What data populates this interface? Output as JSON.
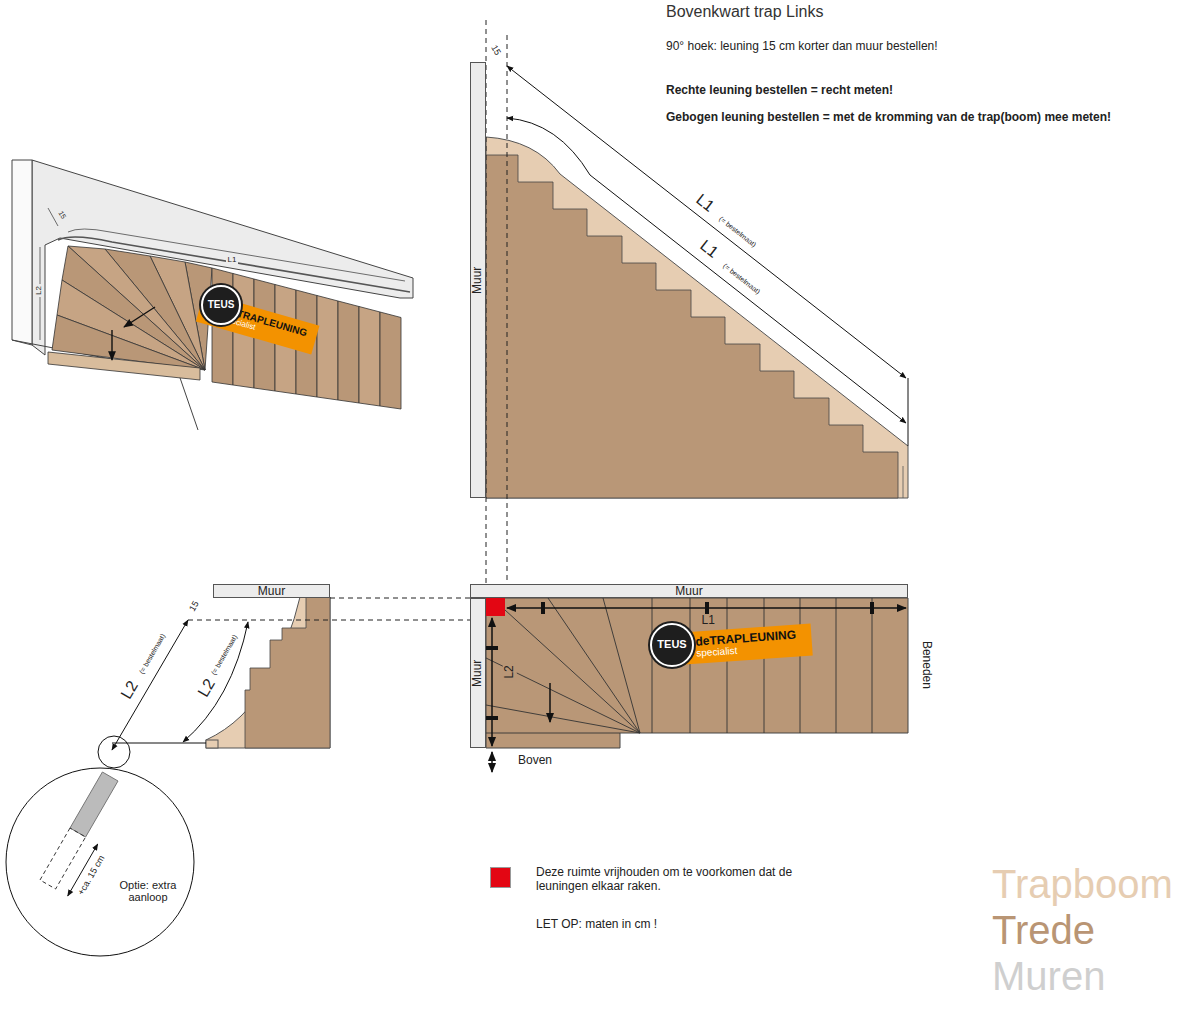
{
  "diagram": {
    "title": "Bovenkwart trap Links",
    "nodes": [
      {
        "text": [
          "TEUS"
        ]
      },
      {
        "text": [
          "deTRAPLEUNING",
          "specialist"
        ]
      },
      {
        "text": [
          "Muur"
        ]
      },
      {
        "text": [
          "Muur"
        ]
      },
      {
        "text": [
          "Muur"
        ]
      },
      {
        "text": [
          "Muur"
        ]
      },
      {
        "text": [
          "TEUS"
        ]
      },
      {
        "text": [
          "deTRAPLEUNING",
          "specialist"
        ]
      }
    ],
    "labels": [
      "90° hoek: leuning 15 cm korter dan muur bestellen!",
      "Rechte leuning bestellen = recht meten!",
      "Gebogen leuning bestellen = met de kromming van de trap(boom) mee meten!",
      "15",
      "L1",
      "L2",
      "15",
      "L1",
      "(= bestelmaat)",
      "L1",
      "(= bestelmaat)",
      "15",
      "L2",
      "(= bestelmaat)",
      "L2",
      "(= bestelmaat)",
      "+ca. 15 cm",
      "Optie: extra aanloop",
      "L1",
      "L2",
      "Beneden",
      "Boven",
      "LET OP: maten in cm !"
    ],
    "legend": [
      {
        "text": "Deze ruimte vrijhouden om te voorkomen dat de leuningen elkaar raken.",
        "color": "#e30613"
      },
      {
        "text": "Trapboom",
        "color": "#e6cdb2"
      },
      {
        "text": "Trede",
        "color": "#b99574"
      },
      {
        "text": "Muren",
        "color": "#cfcfcf"
      }
    ]
  }
}
